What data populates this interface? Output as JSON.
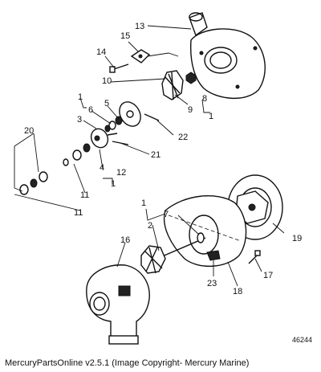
{
  "callouts": {
    "c1": "1",
    "c2": "2",
    "c3": "3",
    "c4": "4",
    "c5": "5",
    "c6": "6",
    "c7": "7",
    "c8": "8",
    "c9": "9",
    "c10": "10",
    "c11": "11",
    "c12": "12",
    "c13": "13",
    "c14": "14",
    "c15": "15",
    "c16": "16",
    "c17": "17",
    "c18": "18",
    "c19": "19",
    "c20": "20",
    "c21": "21",
    "c22": "22",
    "c23": "23"
  },
  "diagram_number": "46244",
  "footer": "MercuryPartsOnline v2.5.1 (Image Copyright- Mercury Marine)"
}
